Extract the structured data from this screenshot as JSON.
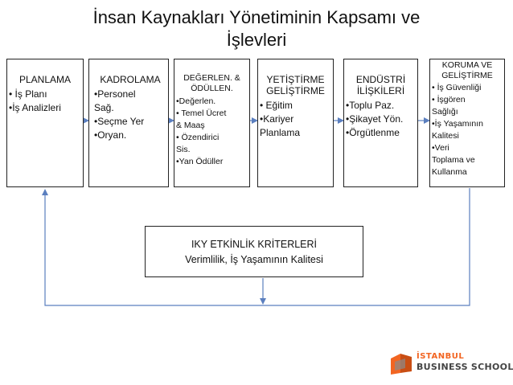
{
  "title_line1": "İnsan Kaynakları Yönetiminin Kapsamı ve",
  "title_line2": "İşlevleri",
  "boxes": [
    {
      "head": [
        "PLANLAMA"
      ],
      "items": [
        "• İş Planı",
        "•İş Analizleri"
      ]
    },
    {
      "head": [
        "KADROLAMA"
      ],
      "items": [
        "•Personel",
        "Sağ.",
        "•Seçme Yer",
        "•Oryan."
      ]
    },
    {
      "head": [
        "DEĞERLEN. &",
        "ÖDÜLLEN."
      ],
      "items": [
        "•Değerlen.",
        "• Temel Ücret",
        "& Maaş",
        "• Özendirici",
        "Sis.",
        "•Yan Ödüller"
      ]
    },
    {
      "head": [
        "YETİŞTİRME",
        "GELİŞTİRME"
      ],
      "items": [
        "• Eğitim",
        "•Kariyer",
        "Planlama"
      ]
    },
    {
      "head": [
        "ENDÜSTRİ",
        "İLİŞKİLERİ"
      ],
      "items": [
        "•Toplu Paz.",
        "•Şikayet Yön.",
        "•Örgütlenme"
      ]
    },
    {
      "head": [
        "KORUMA VE",
        "GELİŞTİRME"
      ],
      "items": [
        "• İş Güvenliği",
        "• İşgören",
        "Sağlığı",
        "•İş Yaşamının",
        "Kalitesi",
        "•Veri",
        "Toplama ve",
        "Kullanma"
      ]
    }
  ],
  "criteria": {
    "title": "IKY ETKİNLİK KRİTERLERİ",
    "subtitle": "Verimlilik, İş Yaşamının Kalitesi"
  },
  "logo": {
    "line1": "İSTANBUL",
    "line2": "BUSINESS SCHOOL",
    "accent": "#f26522"
  }
}
